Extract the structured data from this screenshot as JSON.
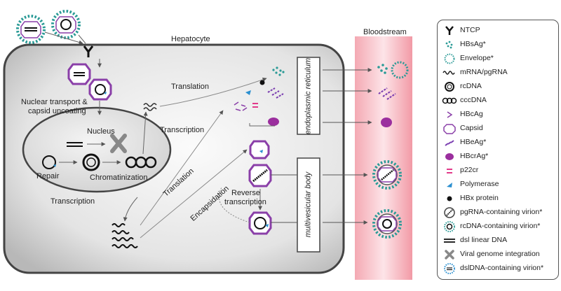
{
  "cell": {
    "title": "Hepatocyte"
  },
  "bloodstream": {
    "title": "Bloodstream"
  },
  "compartments": {
    "er": "endoplasmic reticulum",
    "mvb": "multivesicular body",
    "nucleus": "Nucleus"
  },
  "steps": {
    "nuclear_transport_line1": "Nuclear transport &",
    "nuclear_transport_line2": "capsid uncoating",
    "repair": "Repair",
    "chromatinization": "Chromatinization",
    "transcription_inner": "Transcription",
    "transcription_outer": "Transcription",
    "translation_top": "Translation",
    "translation_diag": "Translation",
    "encapsidation": "Encapsidation",
    "reverse_transcription_line1": "Reverse",
    "reverse_transcription_line2": "transcription"
  },
  "legend": {
    "items": [
      {
        "icon": "ntcp-receptor-icon",
        "label": "NTCP"
      },
      {
        "icon": "hbsag-dots-icon",
        "label": "HBsAg*"
      },
      {
        "icon": "envelope-icon",
        "label": "Envelope*"
      },
      {
        "icon": "mrna-wave-icon",
        "label": "mRNA/pgRNA"
      },
      {
        "icon": "rcdna-icon",
        "label": "rcDNA"
      },
      {
        "icon": "cccdna-icon",
        "label": "cccDNA"
      },
      {
        "icon": "hbcag-icon",
        "label": "HBcAg"
      },
      {
        "icon": "capsid-icon",
        "label": "Capsid"
      },
      {
        "icon": "hbeag-icon",
        "label": "HBeAg*"
      },
      {
        "icon": "hbcrag-icon",
        "label": "HBcrAg*"
      },
      {
        "icon": "p22cr-icon",
        "label": "p22cr"
      },
      {
        "icon": "polymerase-icon",
        "label": "Polymerase"
      },
      {
        "icon": "hbx-protein-icon",
        "label": "HBx protein"
      },
      {
        "icon": "pgrna-virion-icon",
        "label": "pgRNA-containing virion*"
      },
      {
        "icon": "rcdna-virion-icon",
        "label": "rcDNA-containing virion*"
      },
      {
        "icon": "dsl-linear-dna-icon",
        "label": "dsl linear DNA"
      },
      {
        "icon": "genome-integration-icon",
        "label": "Viral genome integration"
      },
      {
        "icon": "dsldna-virion-icon",
        "label": "dslDNA-containing virion*"
      }
    ]
  },
  "colors": {
    "capsid": "#8a3fa8",
    "envelope": "#2a9a96",
    "hbeag": "#7a3db0",
    "hbcrag": "#9b2f9e",
    "p22cr": "#e23a8a",
    "polymerase": "#2a8fd0",
    "blood": "#f2a7b2",
    "cell_gray": "#d6d6d6"
  }
}
